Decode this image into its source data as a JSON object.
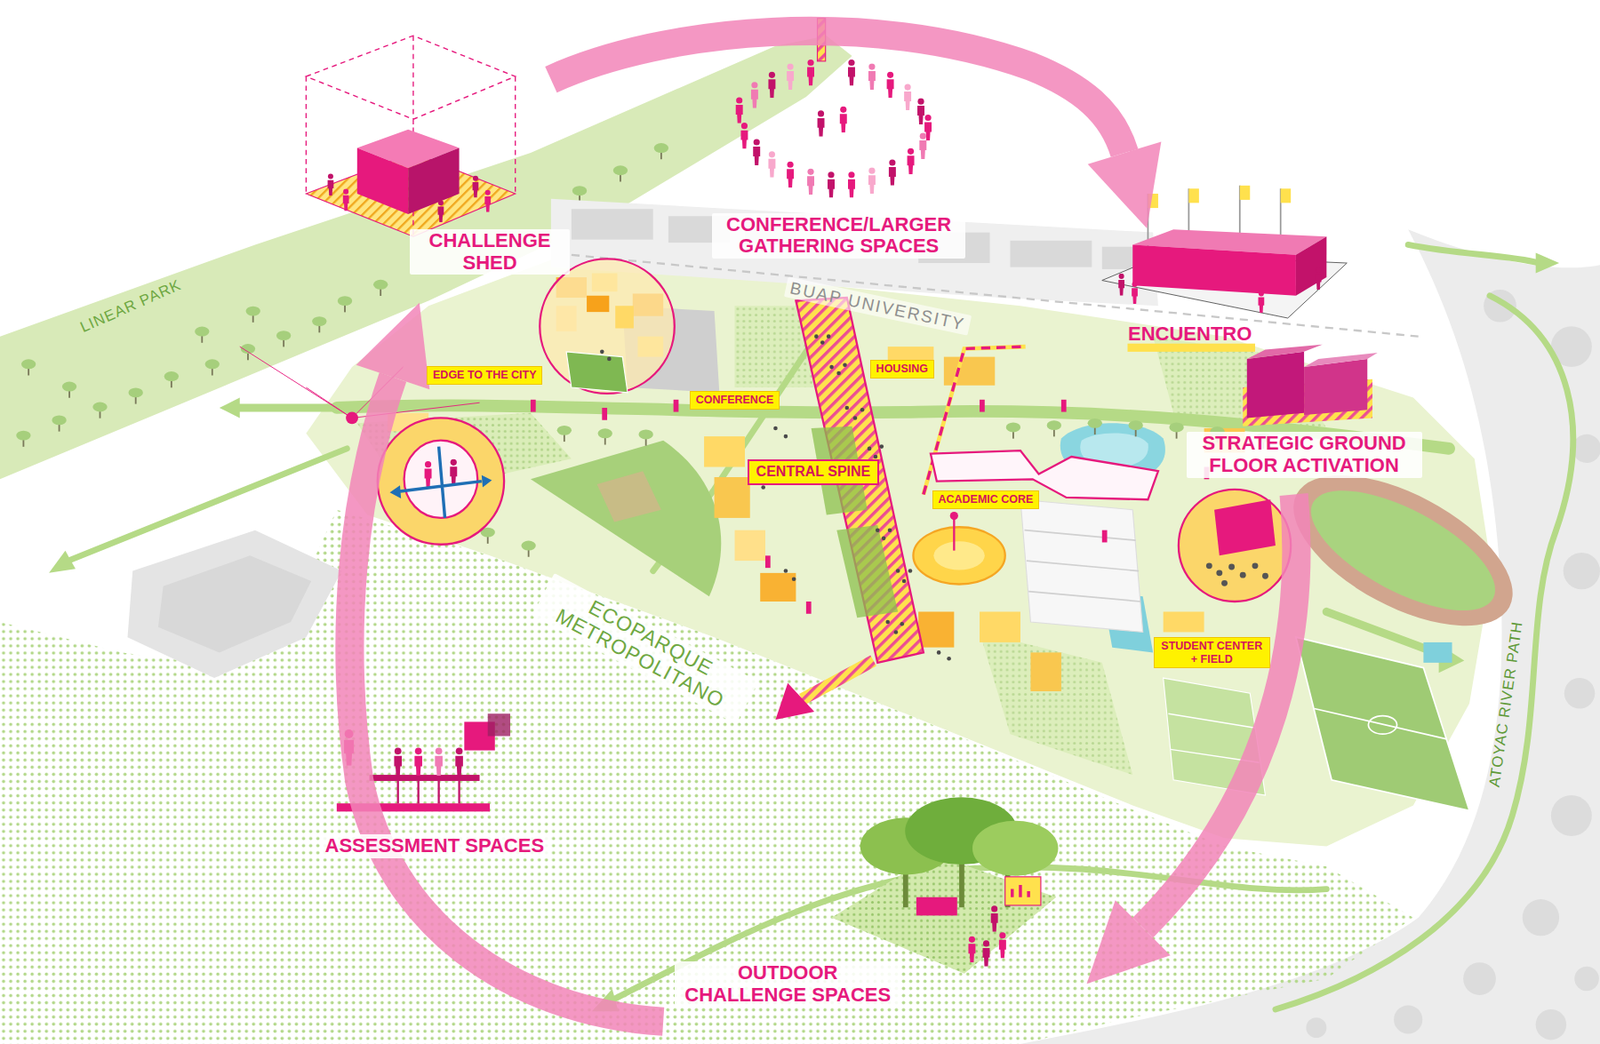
{
  "diagram": {
    "nodes": [
      {
        "text": [
          "EDGE TO THE CITY"
        ]
      },
      {
        "text": [
          "CONFERENCE"
        ]
      },
      {
        "text": [
          "HOUSING"
        ]
      },
      {
        "text": [
          "CENTRAL SPINE"
        ]
      },
      {
        "text": [
          "ACADEMIC CORE"
        ]
      },
      {
        "text": [
          "STUDENT CENTER + FIELD"
        ]
      }
    ],
    "labels": [
      "CONFERENCE/LARGER GATHERING SPACES",
      "CHALLENGE SHED",
      "LINEAR PARK",
      "BUAP UNIVERSITY",
      "ENCUENTRO",
      "STRATEGIC GROUND FLOOR ACTIVATION",
      "ECOPARQUE METROPOLITANO",
      "ATOYAC RIVER PATH",
      "ASSESSMENT SPACES",
      "OUTDOOR CHALLENGE SPACES"
    ]
  }
}
